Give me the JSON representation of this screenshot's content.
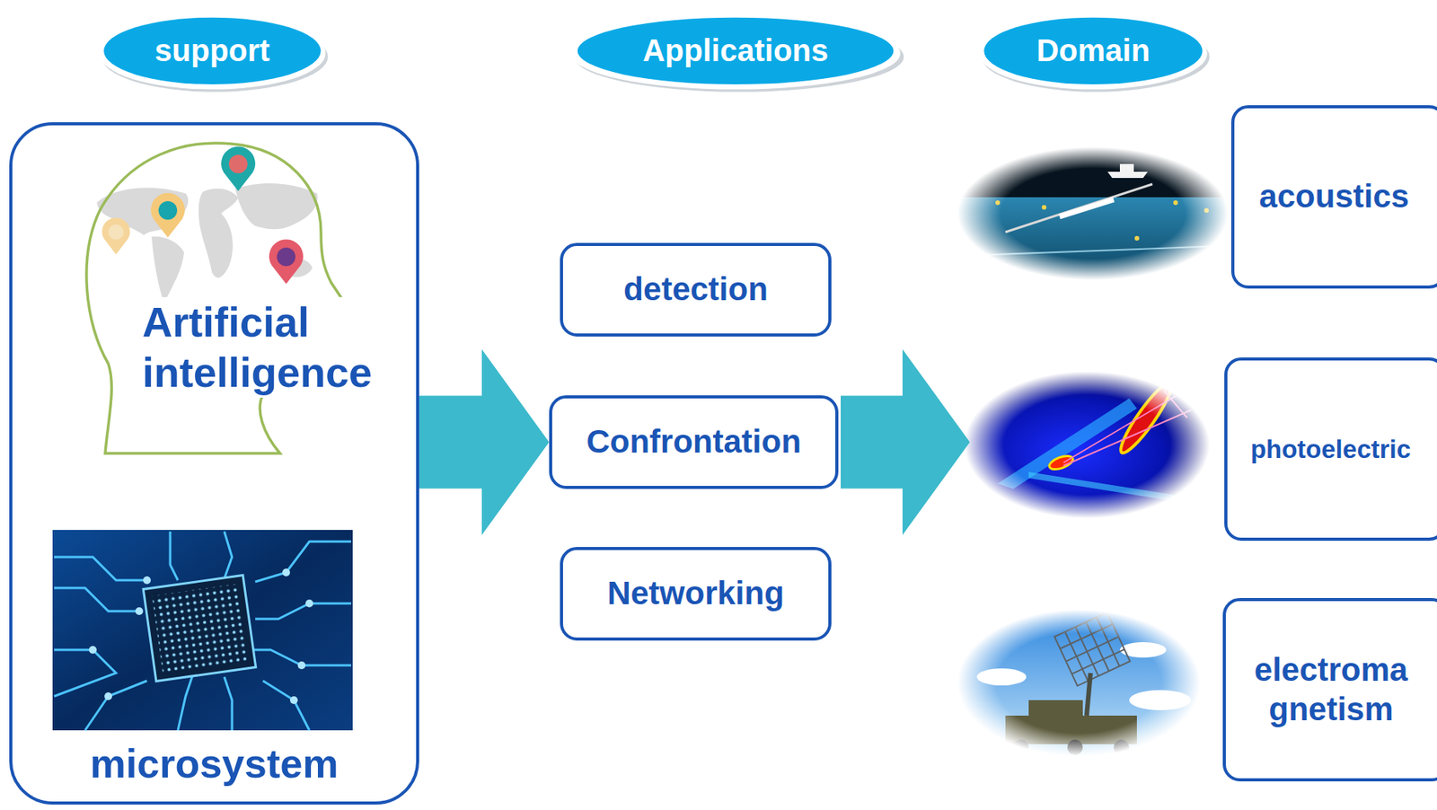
{
  "diagram": {
    "nodes": [
      {
        "text": [
          "support"
        ]
      },
      {
        "text": [
          "Applications"
        ]
      },
      {
        "text": [
          "Domain"
        ]
      },
      {
        "text": [
          "Artificial intelligence",
          "microsystem"
        ]
      },
      {
        "text": [
          "detection"
        ]
      },
      {
        "text": [
          "Confrontation"
        ]
      },
      {
        "text": [
          "Networking"
        ]
      },
      {
        "text": [
          "acoustics"
        ]
      },
      {
        "text": [
          "photoelectric"
        ]
      },
      {
        "text": [
          "electroma gnetism"
        ]
      }
    ],
    "edges": [
      {
        "from": 3,
        "to": 5,
        "arrow": "to"
      },
      {
        "from": 5,
        "to": 8,
        "arrow": "to"
      }
    ]
  }
}
